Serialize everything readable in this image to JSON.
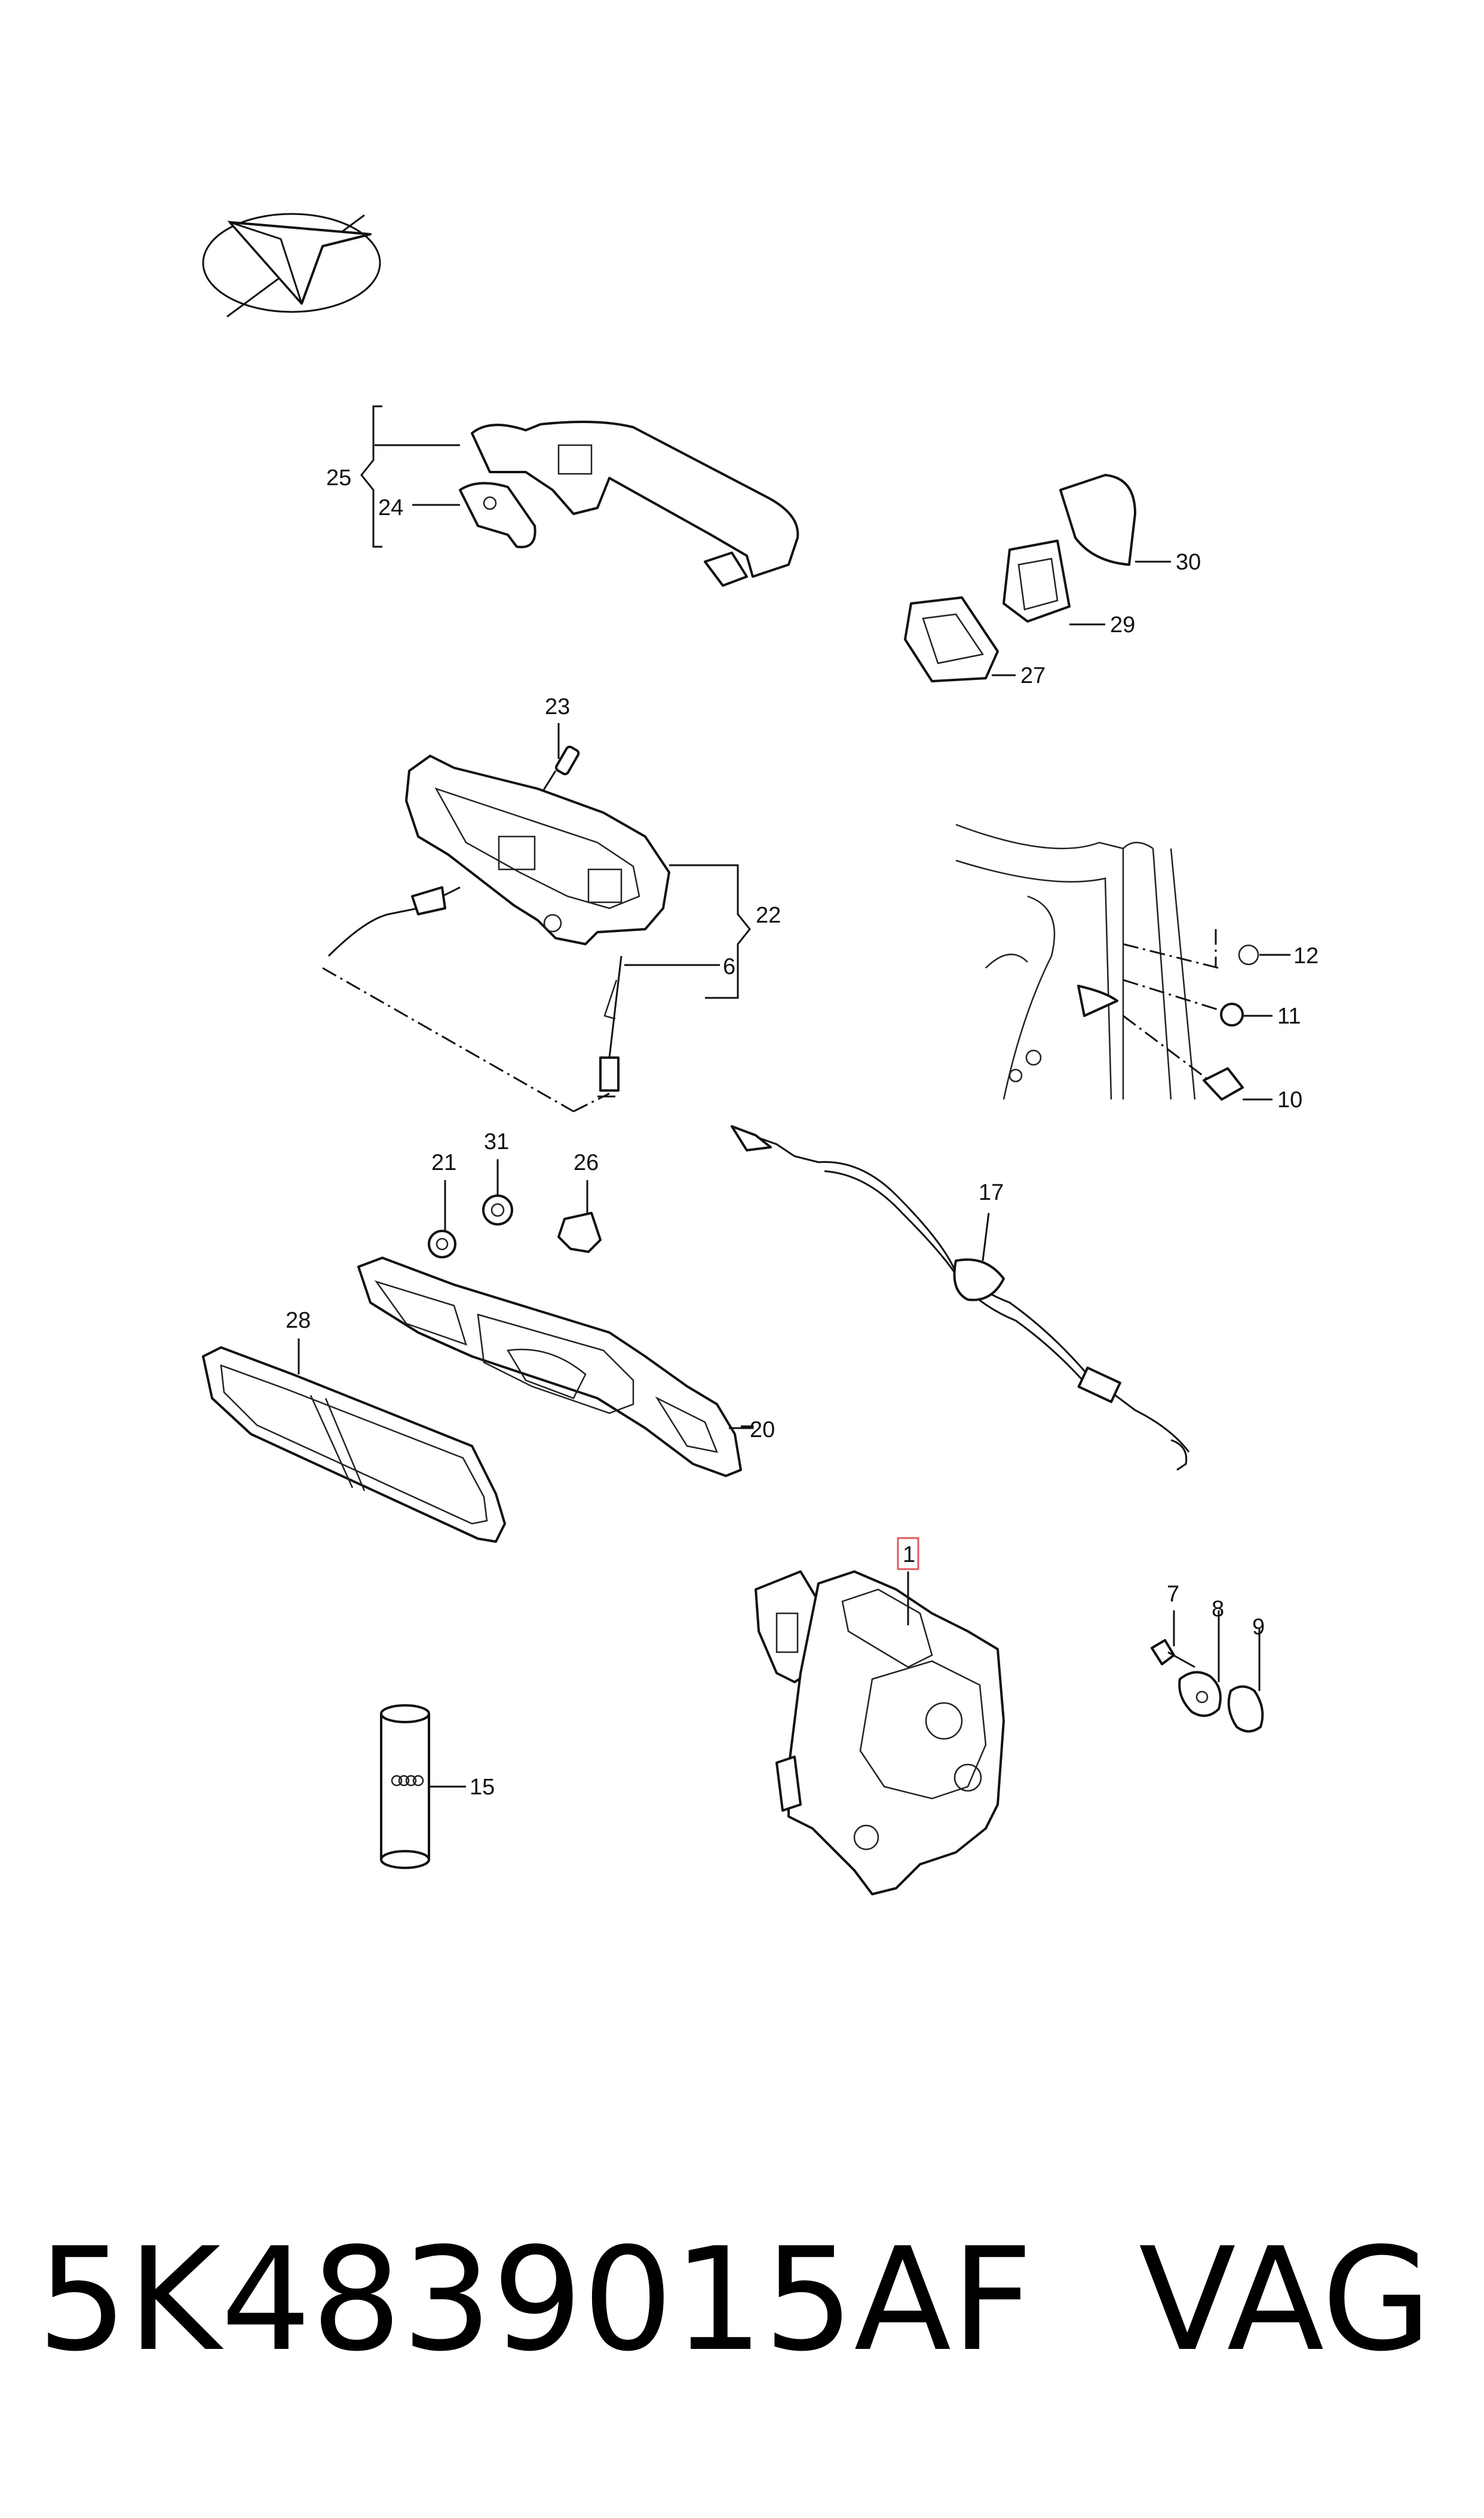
{
  "callouts": {
    "c1": "1",
    "c6": "6",
    "c7": "7",
    "c8": "8",
    "c9": "9",
    "c10": "10",
    "c11": "11",
    "c12": "12",
    "c15": "15",
    "c17": "17",
    "c20": "20",
    "c21": "21",
    "c22": "22",
    "c23": "23",
    "c24": "24",
    "c25": "25",
    "c26": "26",
    "c27": "27",
    "c28": "28",
    "c29": "29",
    "c30": "30",
    "c31": "31"
  },
  "highlight_color": "#e05a5a",
  "footer": {
    "part_number": "5K4839015AF",
    "brand": "VAG"
  }
}
